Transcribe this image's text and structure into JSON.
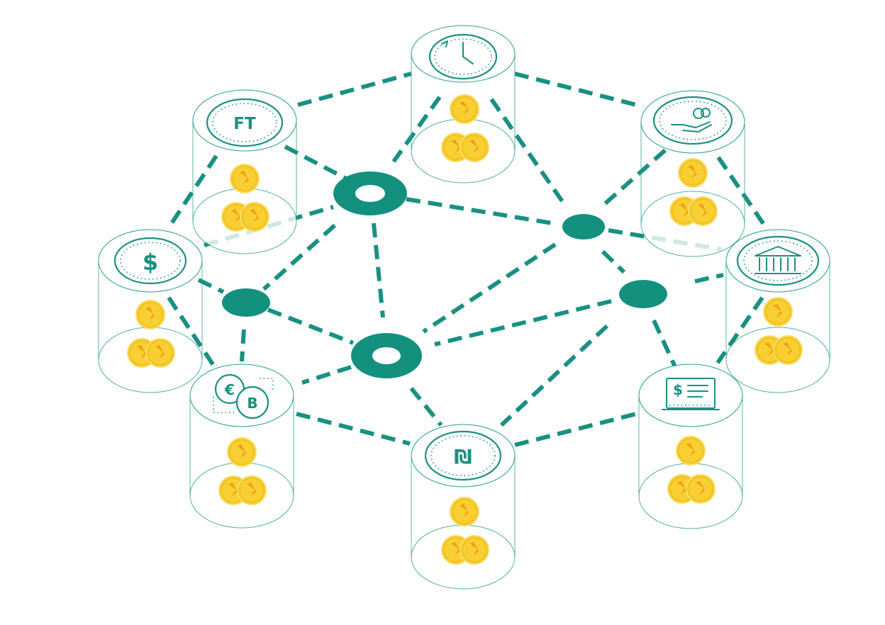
{
  "colors": {
    "accent": "#1a9081",
    "hub": "#14907f",
    "coin": "#f4c420",
    "background": "#ffffff"
  },
  "cylinders": [
    {
      "id": "clock",
      "icon": "clock-icon",
      "label": ""
    },
    {
      "id": "ft",
      "icon": "ft-text-icon",
      "label": "FT"
    },
    {
      "id": "hand-coins",
      "icon": "hand-coins-icon",
      "label": ""
    },
    {
      "id": "dollar",
      "icon": "dollar-icon",
      "label": "$"
    },
    {
      "id": "bank",
      "icon": "bank-icon",
      "label": ""
    },
    {
      "id": "euro-bitcoin",
      "icon": "euro-bitcoin-icon",
      "label": ""
    },
    {
      "id": "invoice",
      "icon": "invoice-icon",
      "label": "$"
    },
    {
      "id": "shekel",
      "icon": "shekel-icon",
      "label": "₪"
    }
  ],
  "hubs": [
    {
      "id": "hub-ring-top",
      "style": "ring"
    },
    {
      "id": "hub-ring-bottom",
      "style": "ring"
    },
    {
      "id": "hub-dot-left",
      "style": "solid"
    },
    {
      "id": "hub-dot-right-top",
      "style": "solid"
    },
    {
      "id": "hub-dot-right-bottom",
      "style": "solid"
    }
  ],
  "coins_per_cylinder": 3
}
